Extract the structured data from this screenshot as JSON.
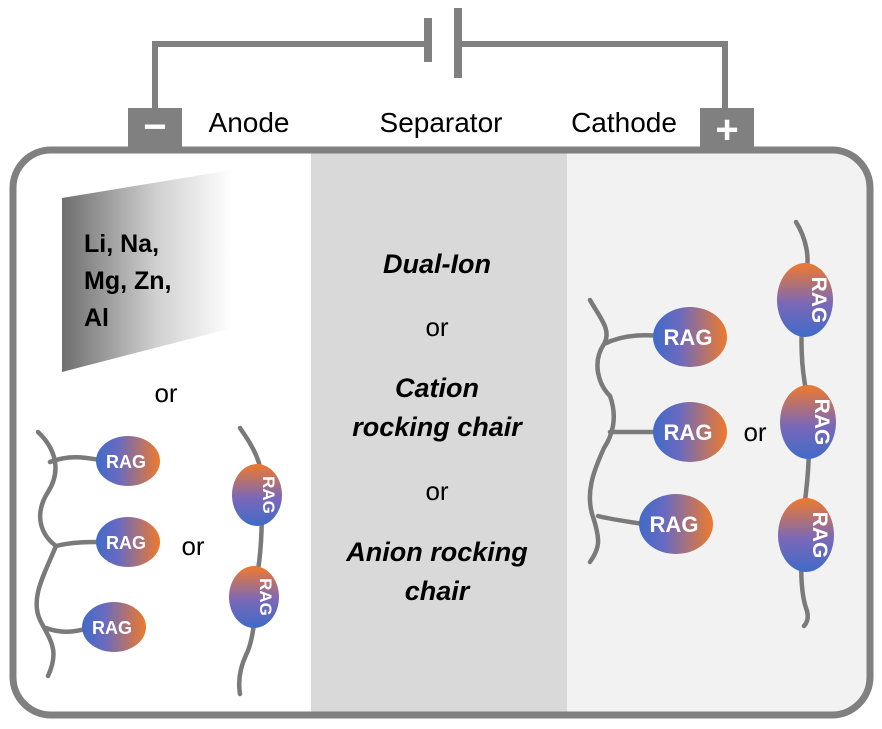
{
  "terminals": {
    "negative": "−",
    "positive": "+"
  },
  "headers": {
    "anode": "Anode",
    "separator": "Separator",
    "cathode": "Cathode"
  },
  "anode": {
    "metal_lines": [
      "Li, Na,",
      "Mg, Zn,",
      "Al"
    ],
    "or_top": "or",
    "or_mid": "or"
  },
  "separator": {
    "dual_ion": "Dual-Ion",
    "or1": "or",
    "cation_line1": "Cation",
    "cation_line2": "rocking chair",
    "or2": "or",
    "anion_line1": "Anion rocking",
    "anion_line2": "chair"
  },
  "cathode": {
    "or": "or"
  },
  "rag_label": "RAG",
  "colors": {
    "frame": "#808080",
    "separator_bg": "#d9d9d9",
    "cathode_bg": "#f2f2f2",
    "rag_blue": "#3f6bc8",
    "rag_orange": "#ee7a2c"
  }
}
